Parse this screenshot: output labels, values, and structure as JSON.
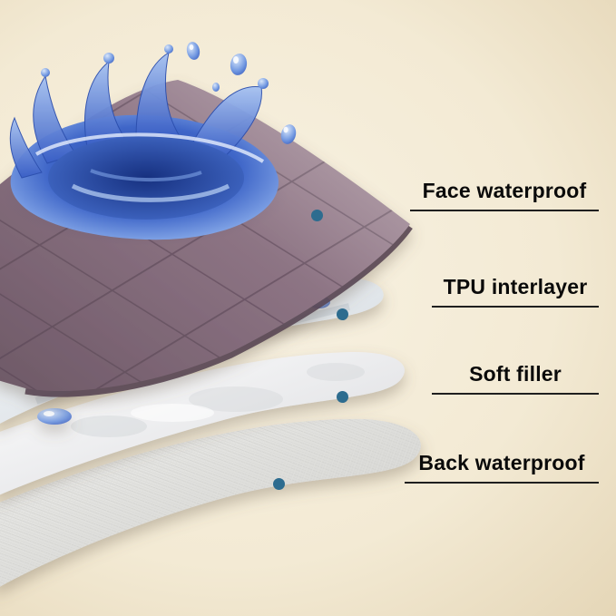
{
  "callouts": [
    {
      "label": "Face waterproof"
    },
    {
      "label": "TPU interlayer"
    },
    {
      "label": "Soft filler"
    },
    {
      "label": "Back waterproof"
    }
  ],
  "colors": {
    "background": "#f3ead4",
    "marker_dot": "#2d6c8f",
    "leader_line": "#1f1f1f",
    "label_text": "#0a0a0a",
    "face_layer_mauve": "#8d7484",
    "water_blue": "#3a61c6",
    "tpu_layer": "#e9edf1",
    "soft_filler": "#f2f2f4",
    "back_layer": "#e4e4e0"
  }
}
